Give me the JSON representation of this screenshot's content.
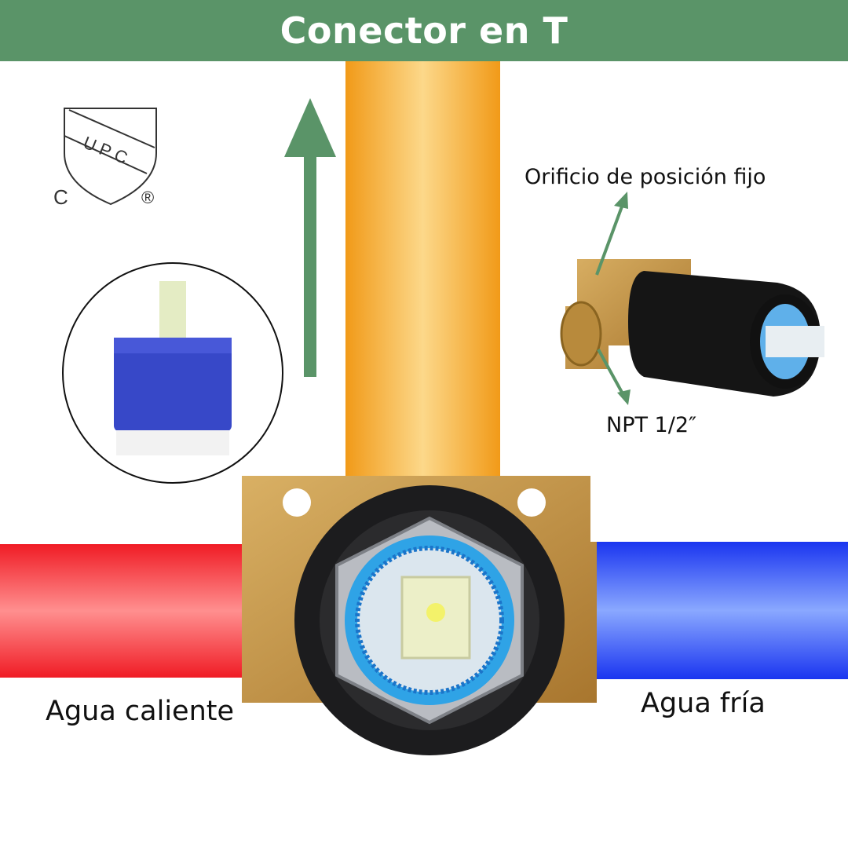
{
  "header": {
    "title": "Conector en T"
  },
  "certification_logo": {
    "text": "UPC",
    "left_mark": "C",
    "right_mark": "®"
  },
  "labels": {
    "fixed_hole": "Orificio de posición fijo",
    "thread": "NPT 1/2″",
    "hot_water": "Agua caliente",
    "cold_water": "Agua fría"
  },
  "colors": {
    "accent": "#5a9468",
    "hot": "#f0202a",
    "cold": "#1f3ff0",
    "mixed": "#f4a020",
    "brass": "#c99a45"
  }
}
